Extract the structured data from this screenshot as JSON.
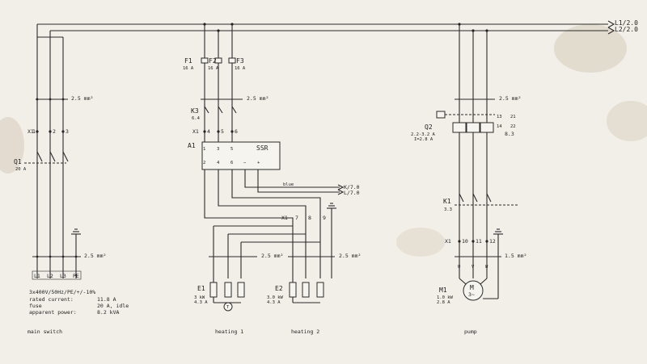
{
  "lines": {
    "l1": "L1/2.0",
    "l2": "L2/2.0"
  },
  "main_switch": {
    "x1_terms": [
      "X1",
      "1",
      "2",
      "3"
    ],
    "q1": "Q1",
    "q1_rating": "20 A",
    "wire": "2.5 mm²",
    "pe_wire": "2.5 mm²",
    "bottom_labels": [
      "L1",
      "L2",
      "L3",
      "PE"
    ],
    "supply": "3x400V/50Hz/PE/+/-10%",
    "info": [
      {
        "label": "rated current:",
        "value": "11.8 A"
      },
      {
        "label": "fuse",
        "value": "20 A, idle"
      },
      {
        "label": "apparent power:",
        "value": "8.2 kVA"
      }
    ],
    "caption": "main switch"
  },
  "heating": {
    "fuses": [
      {
        "name": "F1",
        "rating": "16 A"
      },
      {
        "name": "F2",
        "rating": "16 A"
      },
      {
        "name": "F3",
        "rating": "16 A"
      }
    ],
    "fuse_wire": "2.5 mm²",
    "k3": "K3",
    "k3_ref": "6.4",
    "x1_terms": [
      "X1",
      "4",
      "5",
      "6"
    ],
    "a1": "A1",
    "ssr": "SSR",
    "ssr_top": [
      "1",
      "3",
      "5"
    ],
    "ssr_bottom": [
      "2",
      "4",
      "6",
      "−",
      "+"
    ],
    "blue": "blue",
    "k_ref": "K/7.0",
    "l_ref": "L/7.0",
    "x1_lower": [
      "X1",
      "7",
      "8",
      "9"
    ],
    "wire1": "2.5 mm²",
    "wire2": "2.5 mm²",
    "e1": "E1",
    "e1_rating": [
      "3 kW",
      "4.3 A"
    ],
    "e2": "E2",
    "e2_rating": [
      "3.0 kW",
      "4.3 A"
    ],
    "caption1": "heating 1",
    "caption2": "heating 2"
  },
  "pump": {
    "wire_top": "2.5 mm²",
    "q2": "Q2",
    "q2_range": [
      "2.2-3.2 A",
      "I=2.8 A"
    ],
    "q2_aux": [
      "13",
      "14",
      "21",
      "22"
    ],
    "q2_ref": "8.3",
    "k1": "K1",
    "k1_ref": "3.3",
    "x1_terms": [
      "X1",
      "10",
      "11",
      "12"
    ],
    "motor_wire": "1.5 mm²",
    "uvw": [
      "U",
      "V",
      "W"
    ],
    "m1": "M1",
    "m1_rating": [
      "1.0 kW",
      "2.8 A"
    ],
    "motor_symbol": "M",
    "motor_phase": "3~",
    "caption": "pump"
  }
}
